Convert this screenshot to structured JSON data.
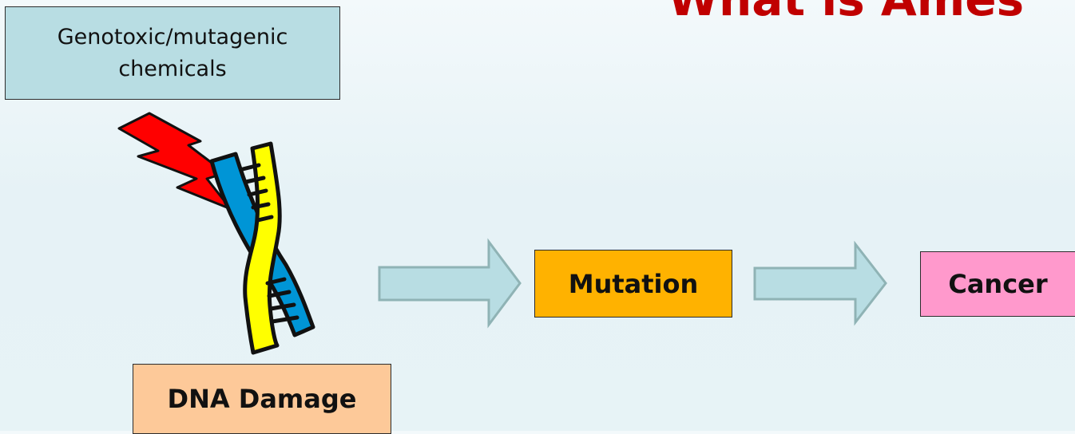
{
  "title": {
    "text": "What is Ames",
    "color": "#c00000"
  },
  "nodes": {
    "chemicals": {
      "label": "Genotoxic/mutagenic chemicals",
      "fill": "#b8dde3"
    },
    "dna_damage": {
      "label": "DNA Damage",
      "fill": "#fdc999"
    },
    "mutation": {
      "label": "Mutation",
      "fill": "#ffb200"
    },
    "cancer": {
      "label": "Cancer",
      "fill": "#ff99cc"
    }
  },
  "edges": [
    {
      "from": "dna_damage",
      "to": "mutation"
    },
    {
      "from": "mutation",
      "to": "cancer"
    }
  ],
  "icons": {
    "lightning": {
      "name": "lightning-bolt-icon",
      "fill": "#ff0000"
    },
    "dna": {
      "name": "dna-helix-icon",
      "strand_a": "#0095d6",
      "strand_b": "#ffff00"
    }
  },
  "arrow_style": {
    "fill": "#b8dde3",
    "stroke": "#8fb3b5"
  }
}
